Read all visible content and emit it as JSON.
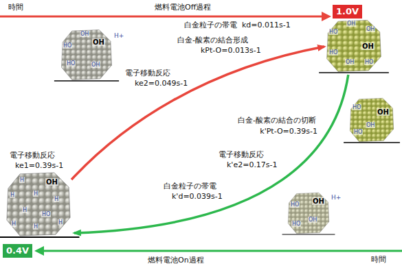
{
  "diagram": {
    "nodes": [
      {
        "text": [
          "1.0V"
        ]
      },
      {
        "text": [
          "OH",
          "OH",
          "HO",
          "OH",
          "HO",
          "OH",
          "HO"
        ]
      },
      {
        "text": [
          "OH",
          "HO",
          "OH",
          "HO",
          "OH"
        ]
      },
      {
        "text": [
          "OH",
          "HO",
          "OH",
          "HO"
        ]
      },
      {
        "text": [
          "OH",
          "H",
          "H",
          "H",
          "H",
          "H",
          "HO",
          "H",
          "H",
          "H"
        ]
      },
      {
        "text": [
          "OH",
          "HO",
          "OH",
          "HO"
        ]
      },
      {
        "text": [
          "0.4V"
        ]
      }
    ],
    "edges": [
      {
        "from": 4,
        "to": 1,
        "arrow": "to"
      },
      {
        "from": 1,
        "to": 4,
        "arrow": "to"
      }
    ],
    "labels": [
      "時間",
      "燃料電池Off過程",
      "白金粒子の帯電",
      "kd=0.011s-1",
      "白金-酸素の結合形成",
      "kPt-O=0.013s-1",
      "電子移動反応",
      "ke2=0.049s-1",
      "電子移動反応",
      "ke1=0.39s-1",
      "白金-酸素の結合の切断",
      "k'Pt-O=0.39s-1",
      "電子移動反応",
      "k'e2=0.17s-1",
      "白金粒子の帯電",
      "k'd=0.039s-1",
      "燃料電池On過程",
      "時間",
      "H+",
      "H+"
    ]
  }
}
